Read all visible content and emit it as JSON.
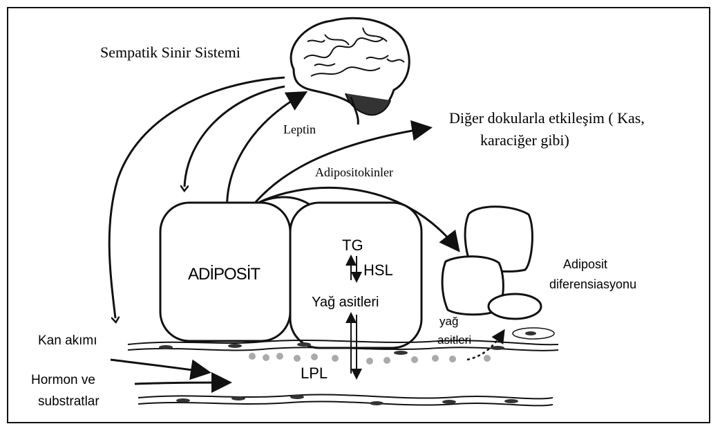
{
  "labels": {
    "sympathetic": "Sempatik Sinir Sistemi",
    "leptin": "Leptin",
    "other_tissues_1": "Diğer dokularla etkileşim ( Kas,",
    "other_tissues_2": "karaciğer gibi)",
    "adipokines": "Adipositokinler",
    "adipocyte": "ADİPOSİT",
    "tg": "TG",
    "hsl": "HSL",
    "fatty_acids": "Yağ asitleri",
    "lpl": "LPL",
    "fatty_acids_small_1": "yağ",
    "fatty_acids_small_2": "asitleri",
    "differentiation_1": "Adiposit",
    "differentiation_2": "diferensiasyonu",
    "blood_flow": "Kan akımı",
    "hormones_1": "Hormon ve",
    "hormones_2": "substratlar"
  },
  "icons": [
    "brain-icon",
    "adipocyte-cell-icon",
    "endothelial-cell-icon",
    "arrow-icon"
  ]
}
